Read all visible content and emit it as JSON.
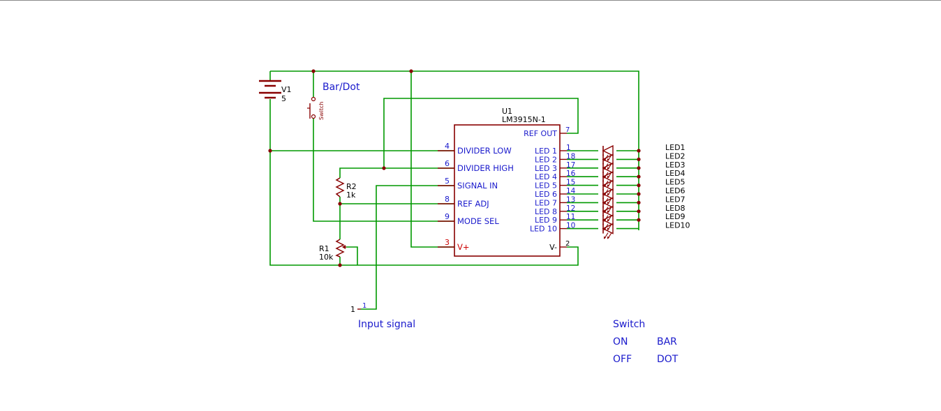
{
  "colors": {
    "wire": "#009900",
    "component": "#880000",
    "label": "#1a1acc",
    "pin_number": "#1a1acc",
    "power_pin": "#cc0000",
    "ref_text": "#000000",
    "background": "#ffffff"
  },
  "battery": {
    "ref": "V1",
    "value": "5"
  },
  "switch": {
    "ref": "Switch",
    "note": "Bar/Dot"
  },
  "r2": {
    "ref": "R2",
    "value": "1k"
  },
  "r1": {
    "ref": "R1",
    "value": "10k"
  },
  "ic": {
    "ref": "U1",
    "value": "LM3915N-1",
    "left_pins": [
      {
        "num": "4",
        "name": "DIVIDER LOW"
      },
      {
        "num": "6",
        "name": "DIVIDER HIGH"
      },
      {
        "num": "5",
        "name": "SIGNAL IN"
      },
      {
        "num": "8",
        "name": "REF ADJ"
      },
      {
        "num": "9",
        "name": "MODE SEL"
      },
      {
        "num": "3",
        "name": "V+"
      }
    ],
    "ref_out": {
      "num": "7",
      "name": "REF OUT"
    },
    "vminus": {
      "num": "2",
      "name": "V-"
    },
    "led_pins": [
      {
        "num": "1",
        "name": "LED 1"
      },
      {
        "num": "18",
        "name": "LED 2"
      },
      {
        "num": "17",
        "name": "LED 3"
      },
      {
        "num": "16",
        "name": "LED 4"
      },
      {
        "num": "15",
        "name": "LED 5"
      },
      {
        "num": "14",
        "name": "LED 6"
      },
      {
        "num": "13",
        "name": "LED 7"
      },
      {
        "num": "12",
        "name": "LED 8"
      },
      {
        "num": "11",
        "name": "LED 9"
      },
      {
        "num": "10",
        "name": "LED 10"
      }
    ]
  },
  "leds": [
    "LED1",
    "LED2",
    "LED3",
    "LED4",
    "LED5",
    "LED6",
    "LED7",
    "LED8",
    "LED9",
    "LED10"
  ],
  "connector": {
    "ref": "1",
    "pin": "1",
    "label": "Input signal"
  },
  "legend": {
    "title": "Switch",
    "rows": [
      {
        "state": "ON",
        "mode": "BAR"
      },
      {
        "state": "OFF",
        "mode": "DOT"
      }
    ]
  }
}
